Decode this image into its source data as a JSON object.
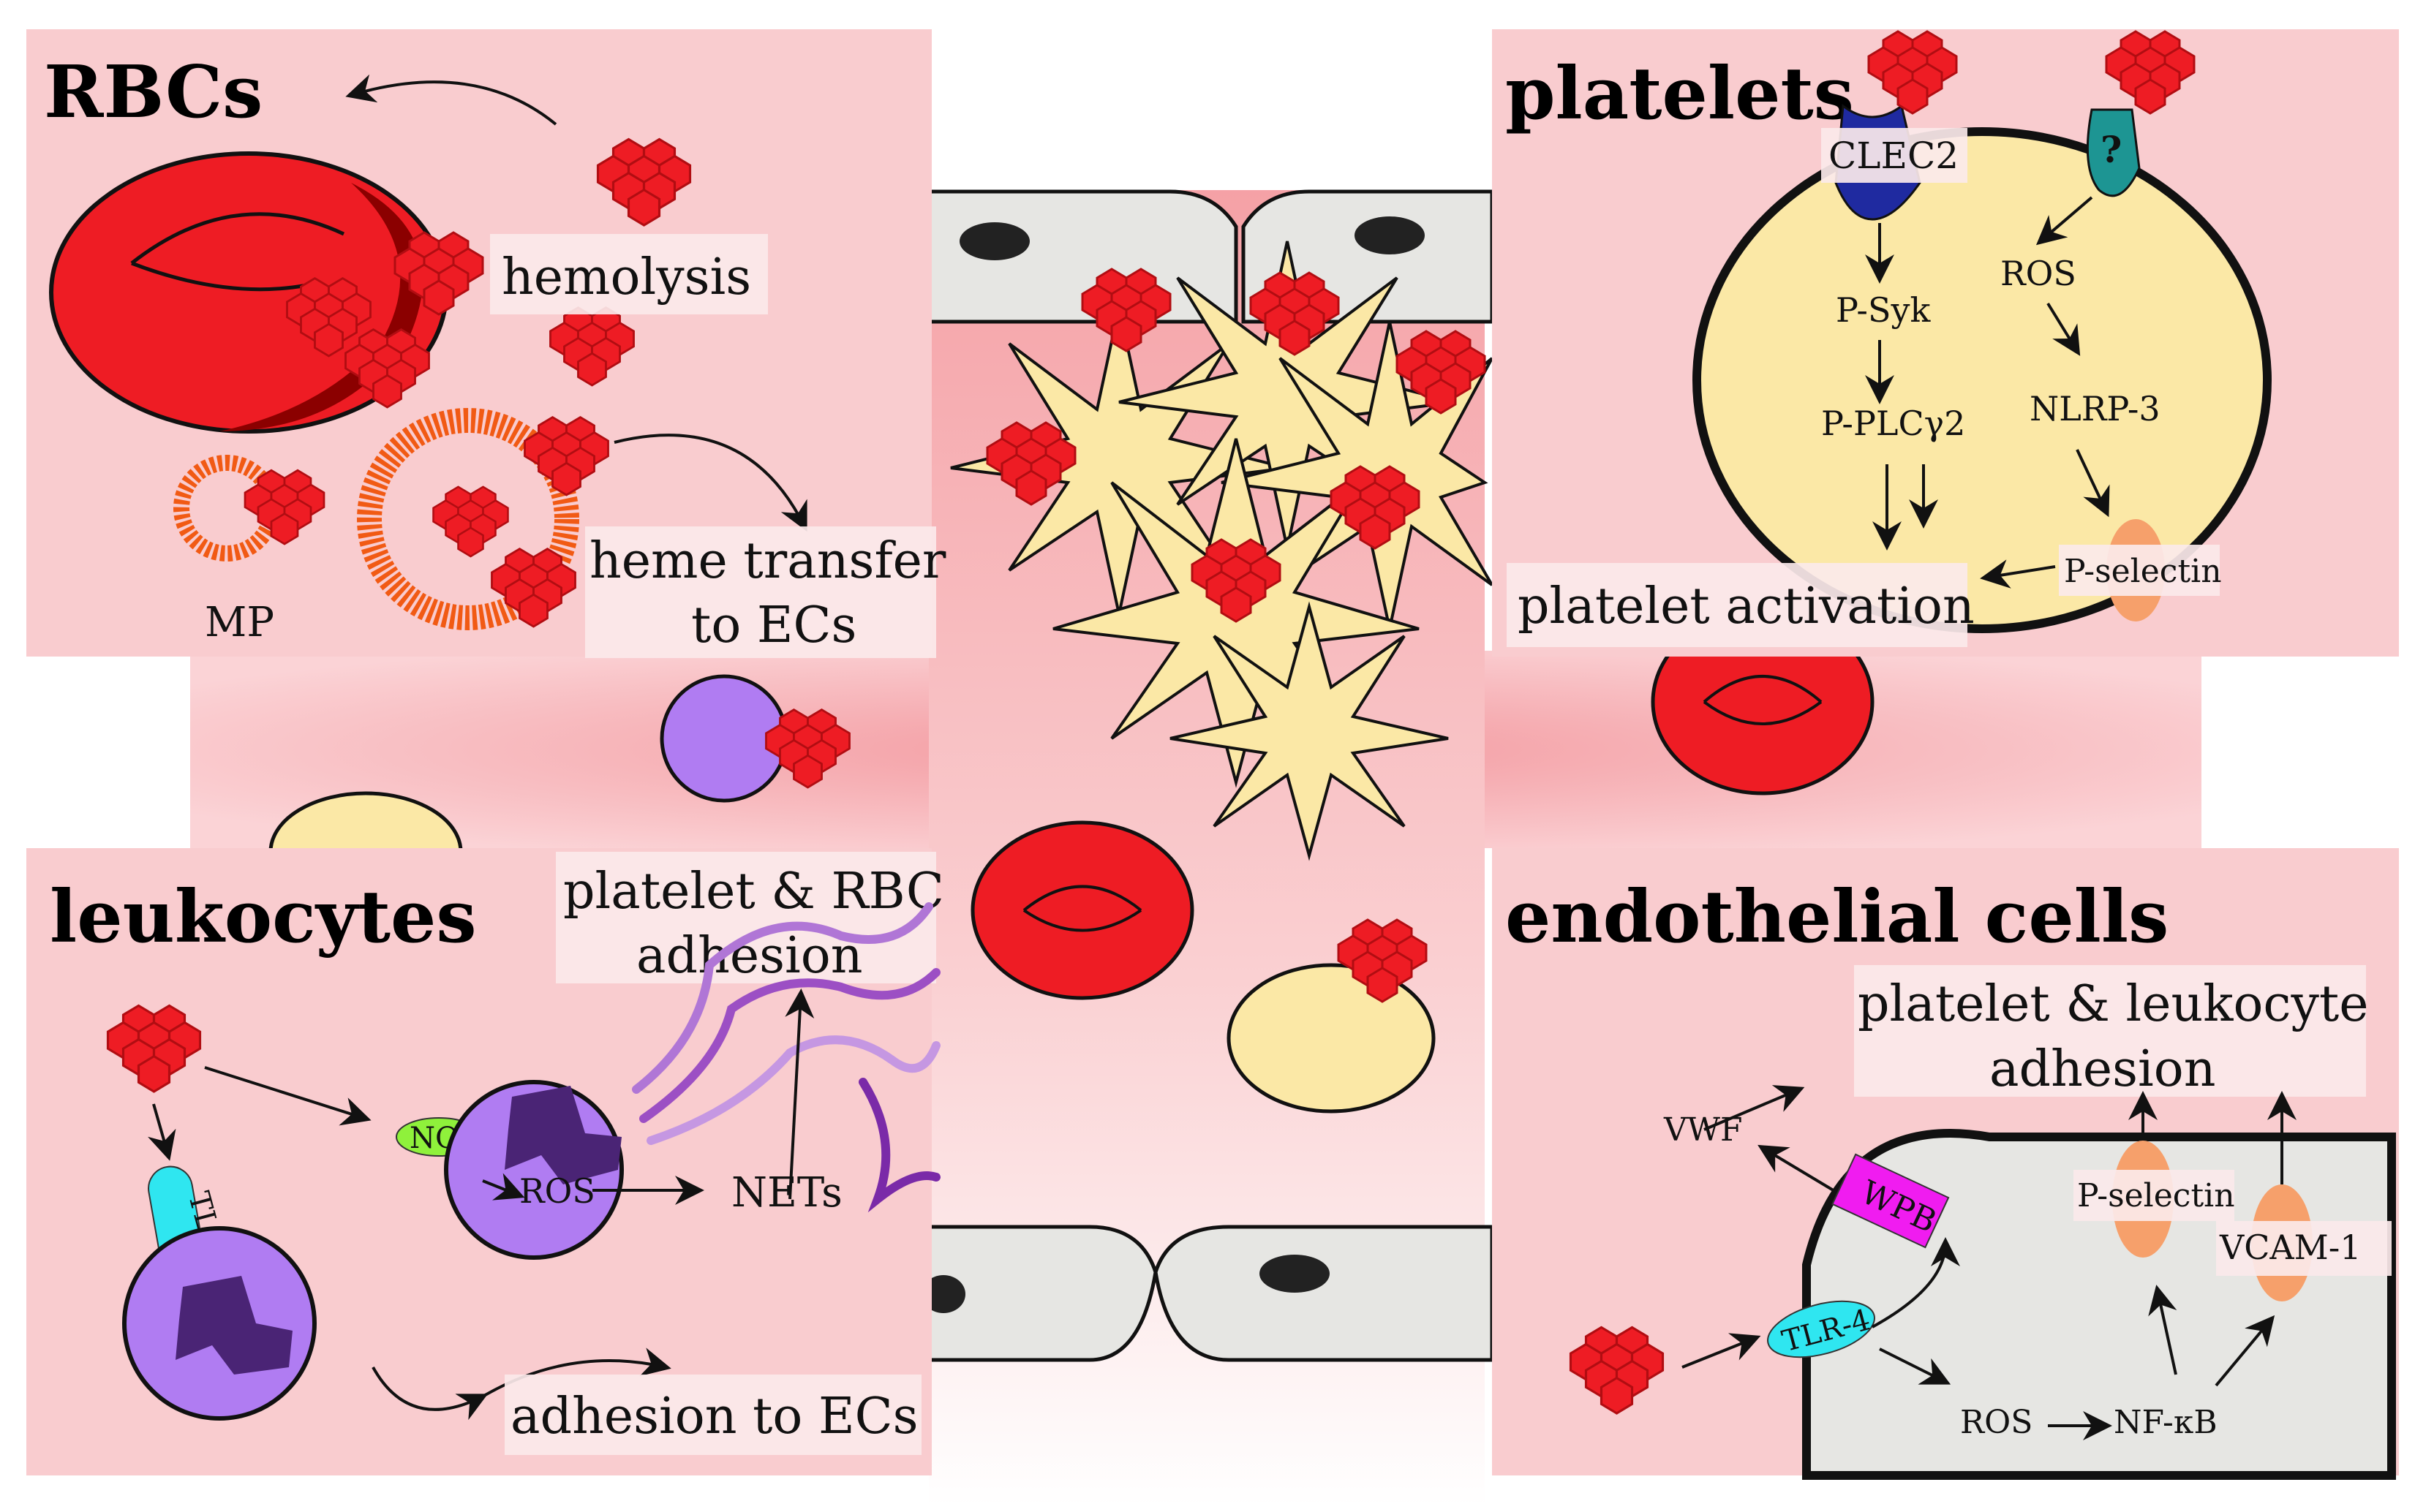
{
  "colors": {
    "panel_bg": "#f9cccf",
    "vessel_lumen": "#f7b8bb",
    "heme_red": "#ee1c24",
    "rbc_red": "#ee1c24",
    "rbc_dark": "#8b0000",
    "platelet_cream": "#fbe8a6",
    "leukocyte_purple": "#b07cf2",
    "nucleus_purple": "#4a2475",
    "endothelial_grey": "#e6e6e3",
    "clec2_blue": "#1f2aa0",
    "receptor_teal": "#1d9593",
    "pselectin_orange": "#f6a06b",
    "nox_green": "#8ff13b",
    "tlr4_cyan": "#2fe6f0",
    "wpb_magenta": "#f01cf0",
    "net_purple": "#9c4fc4"
  },
  "panels": {
    "rbcs": {
      "title": "RBCs",
      "labels": {
        "hemolysis": "hemolysis",
        "mp": "MP",
        "heme_transfer_1": "heme transfer",
        "heme_transfer_2": "to ECs"
      }
    },
    "platelets": {
      "title": "platelets",
      "labels": {
        "clec2": "CLEC2",
        "unknown_receptor": "?",
        "psyk": "P-Syk",
        "pplc": "P-PLCγ2",
        "ros": "ROS",
        "nlrp3": "NLRP-3",
        "pselectin": "P-selectin",
        "activation": "platelet activation"
      }
    },
    "leukocytes": {
      "title": "leukocytes",
      "labels": {
        "adhesion_1": "platelet & RBC",
        "adhesion_2": "adhesion",
        "nox": "NOx",
        "ros": "ROS",
        "nets": "NETs",
        "tlr4": "TLR-4",
        "adhesion_ecs": "adhesion to ECs"
      }
    },
    "endothelial": {
      "title": "endothelial cells",
      "labels": {
        "adhesion_1": "platelet & leukocyte",
        "adhesion_2": "adhesion",
        "vwf": "VWF",
        "wpb": "WPB",
        "pselectin": "P-selectin",
        "vcam1": "VCAM-1",
        "tlr4": "TLR-4",
        "ros": "ROS",
        "nfkb": "NF-κB"
      }
    }
  }
}
